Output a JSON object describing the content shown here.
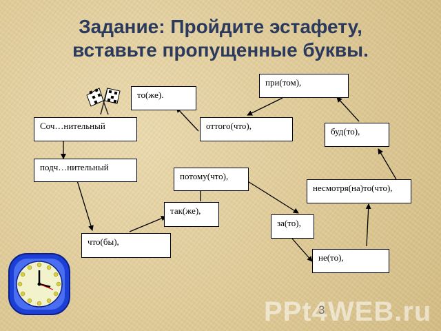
{
  "title_line1": "Задание: Пройдите эстафету,",
  "title_line2": "вставьте пропущенные буквы.",
  "boxes": {
    "soch": "Соч…нительный",
    "podch": "подч…нительный",
    "chtoby": "что(бы),",
    "takzhe": "так(же),",
    "potomu": "потому(что),",
    "zato": "за(то),",
    "neto": "не(то),",
    "nesmotrya": "несмотря(на)то(что),",
    "budto": "буд(то),",
    "pritom": "при(том),",
    "ottogo": "оттого(что),",
    "tozhe": "то(же)."
  },
  "page_number": "3",
  "watermark": "PPt4WEB.ru",
  "icons": {
    "flags": "checkered-flags-icon",
    "clock": "clock-icon"
  },
  "colors": {
    "title": "#2b3a5c",
    "clock_ring": "#1c3fd6",
    "clock_face": "#f2f2cc"
  }
}
